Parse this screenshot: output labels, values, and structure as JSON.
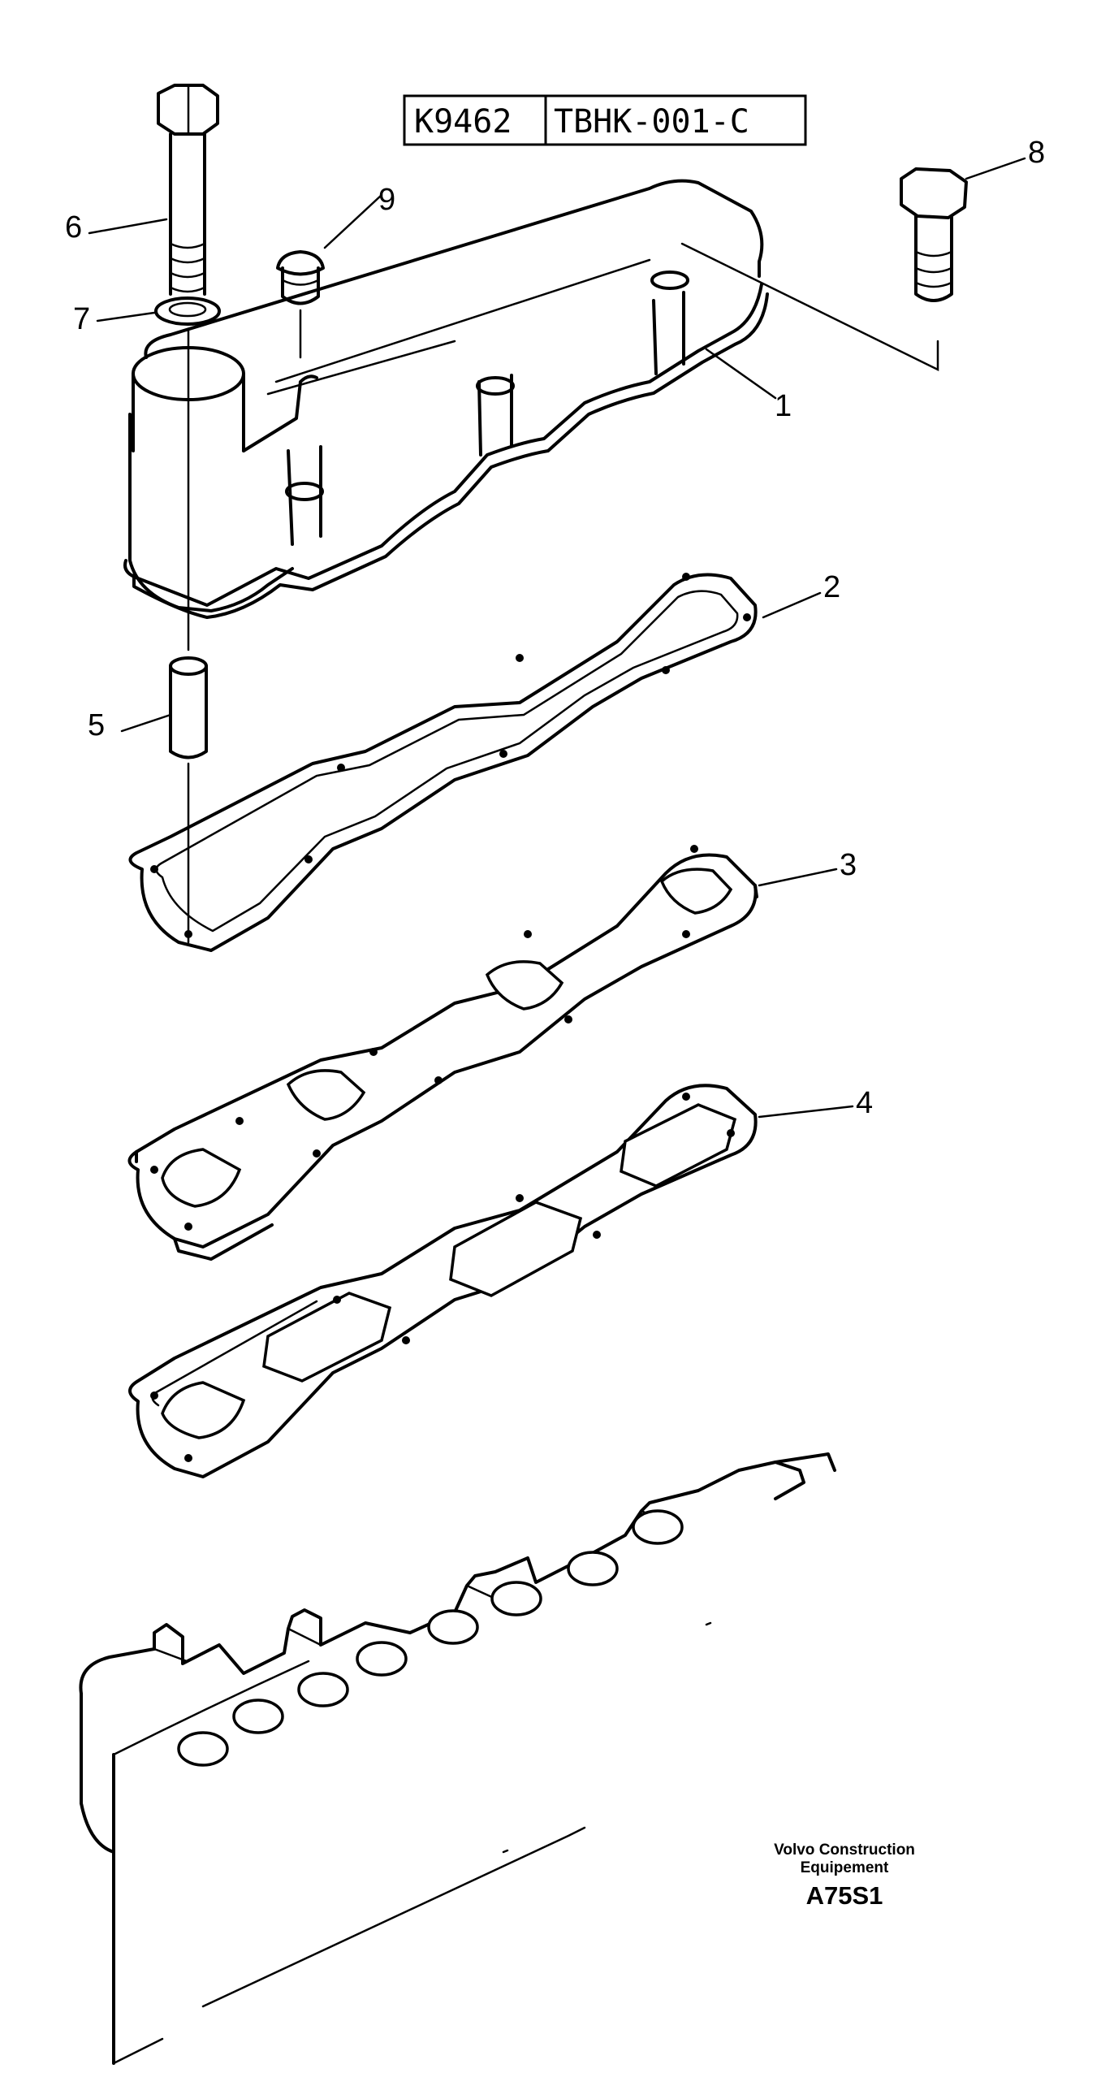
{
  "diagram": {
    "reference": {
      "part1": "K9462",
      "part2": "TBHK-001-C"
    },
    "callouts": [
      {
        "id": "1",
        "label": "1"
      },
      {
        "id": "2",
        "label": "2"
      },
      {
        "id": "3",
        "label": "3"
      },
      {
        "id": "4",
        "label": "4"
      },
      {
        "id": "5",
        "label": "5"
      },
      {
        "id": "6",
        "label": "6"
      },
      {
        "id": "7",
        "label": "7"
      },
      {
        "id": "8",
        "label": "8"
      },
      {
        "id": "9",
        "label": "9"
      }
    ],
    "footer": {
      "brand_line1": "Volvo Construction",
      "brand_line2": "Equipement",
      "figure_code": "A75S1"
    }
  }
}
